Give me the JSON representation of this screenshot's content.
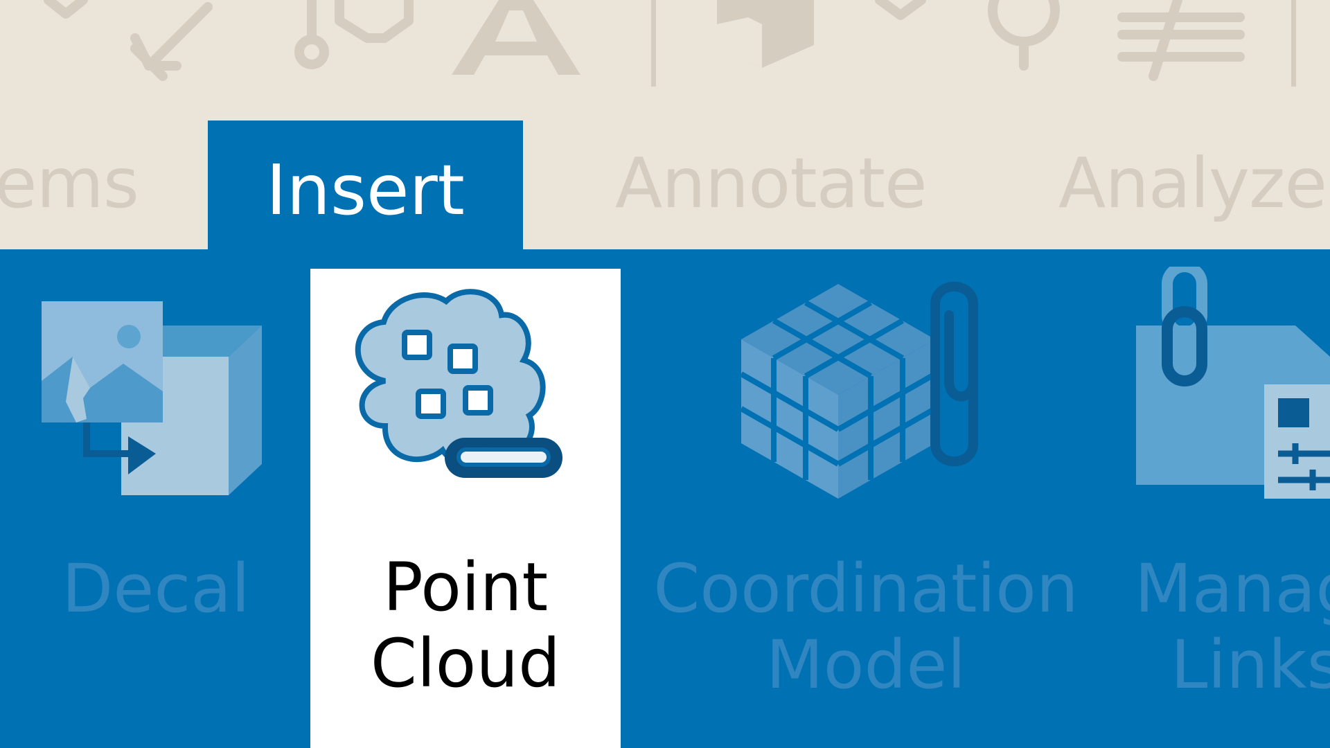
{
  "toolbar": {
    "tabs": [
      {
        "label": "ems",
        "active": false
      },
      {
        "label": "Insert",
        "active": true
      },
      {
        "label": "Annotate",
        "active": false
      },
      {
        "label": "Analyze",
        "active": false
      }
    ]
  },
  "ribbon": {
    "buttons": [
      {
        "label_line1": "Decal",
        "label_line2": "",
        "icon": "decal-icon",
        "selected": false
      },
      {
        "label_line1": "Point",
        "label_line2": "Cloud",
        "icon": "point-cloud-icon",
        "selected": true
      },
      {
        "label_line1": "Coordination",
        "label_line2": "Model",
        "icon": "coordination-model-icon",
        "selected": false
      },
      {
        "label_line1": "Manag",
        "label_line2": "Links",
        "icon": "manage-links-icon",
        "selected": false
      }
    ]
  },
  "colors": {
    "ribbon_bg": "#0071b3",
    "toolbar_bg": "#ebe4d9",
    "toolbar_muted": "#d5cdc0",
    "muted_label": "#2f86c0",
    "selected_bg": "#ffffff"
  }
}
